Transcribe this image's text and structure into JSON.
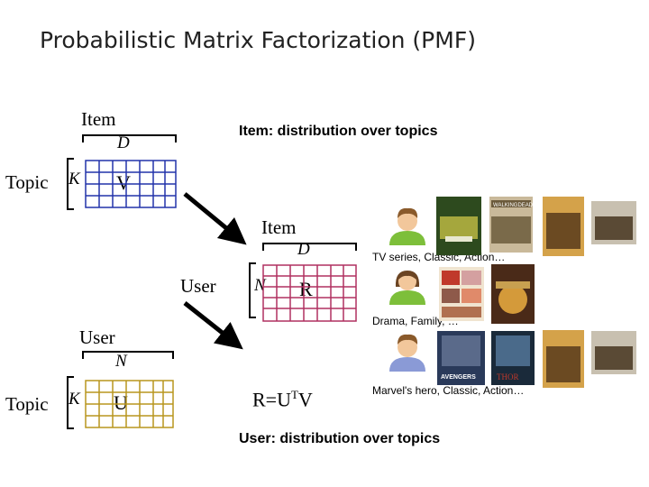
{
  "title": "Probabilistic Matrix Factorization (PMF)",
  "item_label_top": "Item",
  "item_caption": "Item: distribution over topics",
  "topic_label": "Topic",
  "dim_d": "D",
  "dim_k": "K",
  "dim_n": "N",
  "matrix_v": "V",
  "item_label_mid": "Item",
  "user_label_mid": "User",
  "matrix_r": "R",
  "user_label_bottom": "User",
  "topic_label_bottom": "Topic",
  "matrix_u": "U",
  "equation": {
    "lhs": "R=U",
    "sup": "T",
    "rhs": "V"
  },
  "user_caption": "User: distribution over topics",
  "users": [
    {
      "description": "TV series, Classic, Action…",
      "avatar": "male-user-icon",
      "shirt": "#7dbf3a"
    },
    {
      "description": "Drama, Family, …",
      "avatar": "female-user-icon",
      "shirt": "#7dbf3a"
    },
    {
      "description": "Marvel's hero, Classic, Action…",
      "avatar": "male-user-icon",
      "shirt": "#8a9ad6"
    }
  ],
  "poster_texts": {
    "walking_dead": "WALKINGDEAD",
    "avengers": "AVENGERS",
    "thor": "THOR"
  },
  "colors": {
    "v_grid": "#2233aa",
    "r_grid": "#b03060",
    "u_grid": "#b8951e",
    "blue_text": "#2b3bd6"
  }
}
